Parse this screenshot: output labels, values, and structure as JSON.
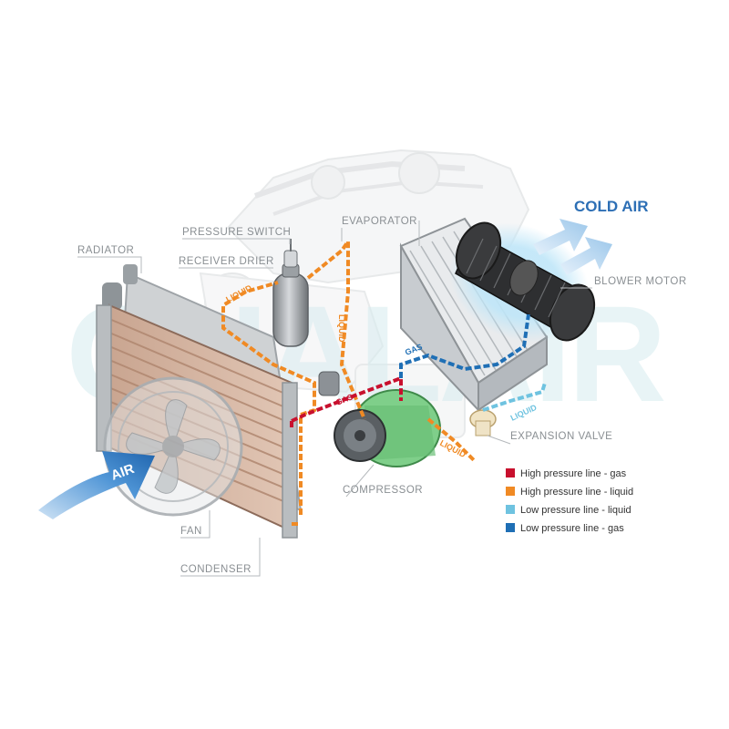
{
  "labels": {
    "radiator": "RADIATOR",
    "pressure_switch": "PRESSURE SWITCH",
    "receiver_drier": "RECEIVER DRIER",
    "evaporator": "EVAPORATOR",
    "blower_motor": "BLOWER MOTOR",
    "expansion_valve": "EXPANSION VALVE",
    "compressor": "COMPRESSOR",
    "fan": "FAN",
    "condenser": "CONDENSER",
    "cold_air": "COLD AIR",
    "air": "AIR"
  },
  "pipe_labels": {
    "liquid_1": "LIQUID",
    "liquid_2": "LIQUID",
    "liquid_3": "LIQUID",
    "liquid_low": "LIQUID",
    "gas_high": "GAS",
    "gas_low": "GAS"
  },
  "watermark": "QUALAIR",
  "colors": {
    "high_gas": "#c8102e",
    "high_liquid": "#f08a24",
    "low_liquid": "#6fc3e0",
    "low_gas": "#1f6fb5",
    "label_gray": "#8a8f93",
    "cold_air_text": "#2d6fb5"
  },
  "legend": [
    {
      "label": "High pressure line - gas",
      "color": "#c8102e"
    },
    {
      "label": "High pressure line - liquid",
      "color": "#f08a24"
    },
    {
      "label": "Low pressure line - liquid",
      "color": "#6fc3e0"
    },
    {
      "label": "Low pressure line -  gas",
      "color": "#1f6fb5"
    }
  ]
}
